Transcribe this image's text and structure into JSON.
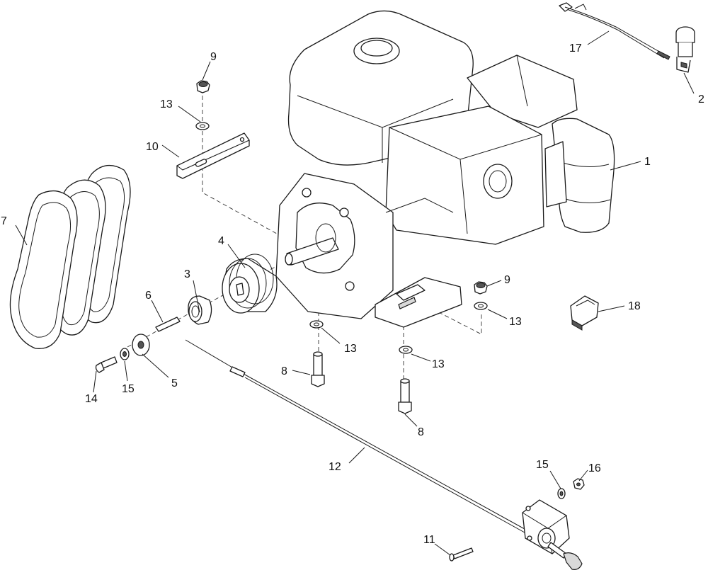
{
  "callouts": {
    "c1": "1",
    "c2": "2",
    "c3": "3",
    "c4": "4",
    "c5": "5",
    "c6": "6",
    "c7": "7",
    "c8a": "8",
    "c8b": "8",
    "c9a": "9",
    "c9b": "9",
    "c10": "10",
    "c11": "11",
    "c12": "12",
    "c13a": "13",
    "c13b": "13",
    "c13c": "13",
    "c13d": "13",
    "c14": "14",
    "c15a": "15",
    "c15b": "15",
    "c16": "16",
    "c17": "17",
    "c18": "18"
  },
  "colors": {
    "line": "#1a1a1a",
    "background": "#ffffff",
    "shade": "#d9d9d9"
  }
}
